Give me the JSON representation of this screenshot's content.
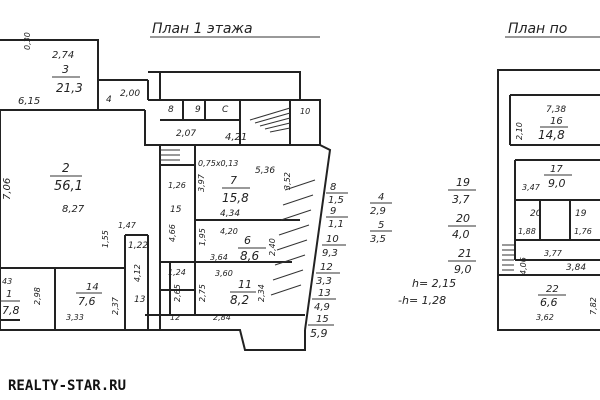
{
  "titles": {
    "floor1": "План 1 этажа",
    "floor2": "План по"
  },
  "watermark": "REALTY-STAR.RU",
  "rooms": {
    "r3": "3",
    "r3_area": "21,3",
    "r2": "2",
    "r2_area": "56,1",
    "r7": "7",
    "r7_area": "15,8",
    "r6": "6",
    "r6_area": "8,6",
    "r11": "11",
    "r11_area": "8,2",
    "r14": "14",
    "r14_area": "7,6",
    "r1": "1",
    "r1_area": "7,8",
    "r8": "8",
    "r9": "9",
    "r4": "4",
    "r5": "5",
    "r16": "16",
    "r16_area": "14,8",
    "r17": "17",
    "r17_area": "9,0",
    "r20b": "20",
    "r19b": "19",
    "r22": "22",
    "r22_area": "6,6"
  },
  "dims": {
    "d274": "2,74",
    "d030": "0,30",
    "d615": "6,15",
    "d200": "2,00",
    "d4": "4",
    "d706": "7,06",
    "d827": "8,27",
    "d207": "2,07",
    "d421": "4,21",
    "d10": "10",
    "d075": "0,75x0,13",
    "d536": "5,36",
    "d352": "3,52",
    "d126": "1,26",
    "d397": "3,97",
    "d15": "15",
    "d434": "4,34",
    "d420": "4,20",
    "d466": "4,66",
    "d195": "1,95",
    "d364": "3,64",
    "d240": "2,40",
    "d147": "1,47",
    "d122": "1,22",
    "d155": "1,55",
    "d412": "4,12",
    "d124": "1,24",
    "d360": "3,60",
    "d265": "2,65",
    "d275": "2,75",
    "d234": "2,34",
    "d12": "12",
    "d284": "2,84",
    "d13": "13",
    "d333": "3,33",
    "d237": "2,37",
    "d43": "43",
    "d298": "2,98",
    "d738": "7,38",
    "d210": "2,10",
    "d347": "3,47",
    "d188": "1,88",
    "d176": "1,76",
    "d377": "3,77",
    "d384": "3,84",
    "d362": "3,62",
    "d782": "7,82",
    "d406": "4,06"
  },
  "right_list_1": {
    "n8": "8",
    "v8": "1,5",
    "n9": "9",
    "v9": "1,1",
    "n10": "10",
    "v10": "9,3",
    "n12": "12",
    "v12": "3,3",
    "n13": "13",
    "v13": "4,9",
    "n15": "15",
    "v15": "5,9",
    "n4": "4",
    "v4": "2,9",
    "n5": "5",
    "v5": "3,5"
  },
  "list_2": {
    "n19": "19",
    "v19": "3,7",
    "n20": "20",
    "v20": "4,0",
    "n21": "21",
    "v21": "9,0",
    "h1": "h= 2,15",
    "h2": "-h= 1,28"
  }
}
